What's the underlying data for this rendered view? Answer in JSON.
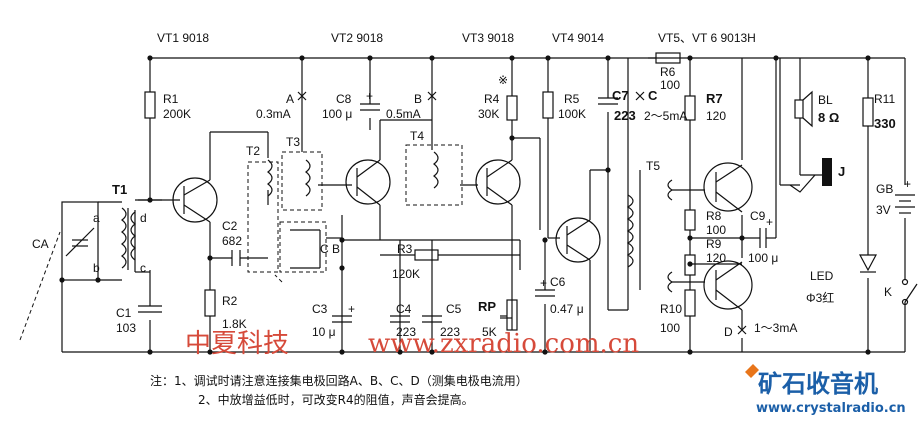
{
  "headers": {
    "vt1": "VT1 9018",
    "vt2": "VT2 9018",
    "vt3": "VT3 9018",
    "vt4": "VT4 9014",
    "vt56": "VT5、VT 6 9013H"
  },
  "components": {
    "r1_name": "R1",
    "r1_val": "200K",
    "t1": "T1",
    "coil_a": "a",
    "coil_b": "b",
    "coil_c": "c",
    "coil_d": "d",
    "ca": "CA",
    "c1_name": "C1",
    "c1_val": "103",
    "c2_name": "C2",
    "c2_val": "682",
    "r2_name": "R2",
    "r2_val": "1.8K",
    "t2": "T2",
    "t3": "T3",
    "t4": "T4",
    "t5": "T5",
    "cb": "C B",
    "point_a": "A",
    "current_a": "0.3mA",
    "c8_name": "C8",
    "c8_val": "100 μ",
    "point_b": "B",
    "current_b": "0.5mA",
    "r3_name": "R3",
    "r3_val": "120K",
    "c3_name": "C3",
    "c3_val": "10 μ",
    "c4_name": "C4",
    "c4_val": "223",
    "c5_name": "C5",
    "c5_val": "223",
    "r4_mark": "※",
    "r4_name": "R4",
    "r4_val": "30K",
    "rp_name": "RP",
    "rp_val": "5K",
    "c6_name": "C6",
    "c6_val": "0.47 μ",
    "r5_name": "R5",
    "r5_val": "100K",
    "c7_name": "C7",
    "point_c": "C",
    "c7_val": "223",
    "current_c": "2～5mA",
    "r6_name": "R6",
    "r6_val": "100",
    "r7_name": "R7",
    "r7_val": "120",
    "r8_name": "R8",
    "r8_val": "100",
    "r9_name": "R9",
    "r9_val": "120",
    "r10_name": "R10",
    "r10_val": "100",
    "c9_name": "C9",
    "c9_val": "100 μ",
    "point_d": "D",
    "current_d": "1～3mA",
    "bl_name": "BL",
    "bl_val": "8 Ω",
    "jack": "J",
    "r11_name": "R11",
    "r11_val": "330",
    "gb_name": "GB",
    "gb_val": "3V",
    "led_name": "LED",
    "led_val": "Φ3红",
    "switch": "K",
    "plus": "+"
  },
  "watermark": {
    "company": "中夏科技",
    "url": "www.zxradio.com.cn"
  },
  "notes": {
    "line1": "注：1、调试时请注意连接集电极回路A、B、C、D（测集电极电流用）",
    "line2": "2、中放增益低时，可改变R4的阻值，声音会提高。"
  },
  "brand": {
    "name": "矿石收音机",
    "url": "www.crystalradio.cn",
    "colors": {
      "blue": "#1b5fa8",
      "orange": "#e8751a"
    }
  }
}
